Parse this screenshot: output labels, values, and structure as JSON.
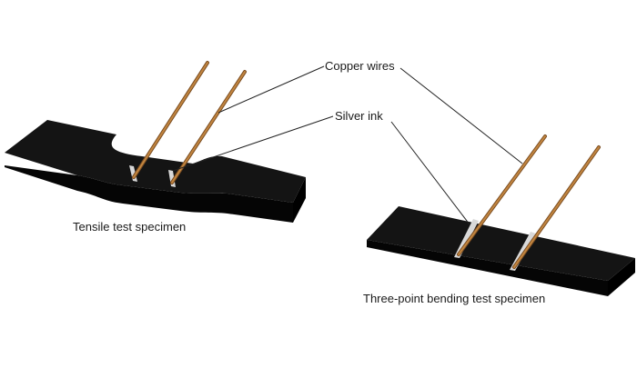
{
  "labels": {
    "copper_wires": "Copper wires",
    "silver_ink": "Silver ink",
    "tensile_specimen": "Tensile test specimen",
    "bending_specimen": "Three-point bending test specimen"
  },
  "colors": {
    "specimen_top": "#141414",
    "specimen_front": "#050505",
    "specimen_side": "#000000",
    "copper": "#b5773a",
    "copper_dark": "#7a4d22",
    "silver": "#d9d9d9",
    "leader_line": "#222222"
  }
}
